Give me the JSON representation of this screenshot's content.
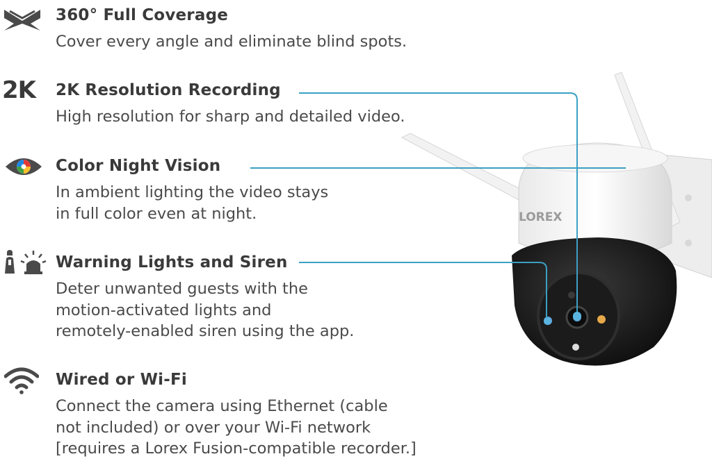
{
  "features": [
    {
      "icon": "360-coverage-icon",
      "title": "360° Full Coverage",
      "desc": "Cover every angle and eliminate blind spots."
    },
    {
      "icon": "2k-icon",
      "icon_text": "2K",
      "title": "2K Resolution Recording",
      "desc": "High resolution for sharp and detailed video."
    },
    {
      "icon": "color-eye-icon",
      "title": "Color Night Vision",
      "desc": "In ambient lighting the video stays\nin full color even at night."
    },
    {
      "icon": "warning-light-siren-icon",
      "title": "Warning Lights and Siren",
      "desc": "Deter unwanted guests with the\nmotion-activated lights and\nremotely-enabled siren using the app."
    },
    {
      "icon": "wifi-icon",
      "title": "Wired or Wi-Fi",
      "desc": "Connect the camera using Ethernet (cable\nnot included) or over your Wi-Fi network\n[requires a Lorex Fusion-compatible recorder.]"
    }
  ],
  "camera": {
    "brand": "LOREX"
  },
  "colors": {
    "callout_line": "#3aa0c4",
    "text": "#3f3f3f",
    "icon": "#4a4a4a"
  }
}
